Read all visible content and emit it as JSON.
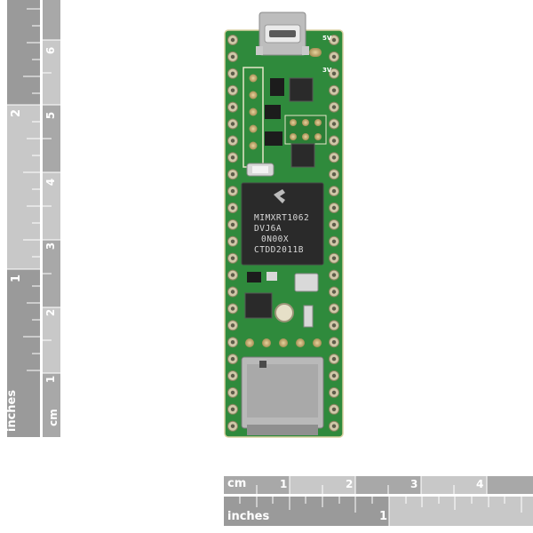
{
  "ruler_vertical": {
    "unit_left": "inches",
    "unit_right": "cm",
    "inch_labels": [
      "1",
      "2"
    ],
    "cm_labels": [
      "1",
      "2",
      "3",
      "4",
      "5",
      "6"
    ]
  },
  "ruler_horizontal": {
    "unit_top": "cm",
    "unit_bottom": "inches",
    "cm_labels": [
      "1",
      "2",
      "3",
      "4"
    ],
    "inch_labels": [
      "1"
    ]
  },
  "board": {
    "chip_lines": [
      "MIMXRT1062",
      "DVJ6A",
      "0N00X",
      "CTDD2011B"
    ],
    "colors": {
      "pcb": "#2f8a3c",
      "pad": "#c9b27a",
      "chip": "#2a2a2a"
    }
  }
}
